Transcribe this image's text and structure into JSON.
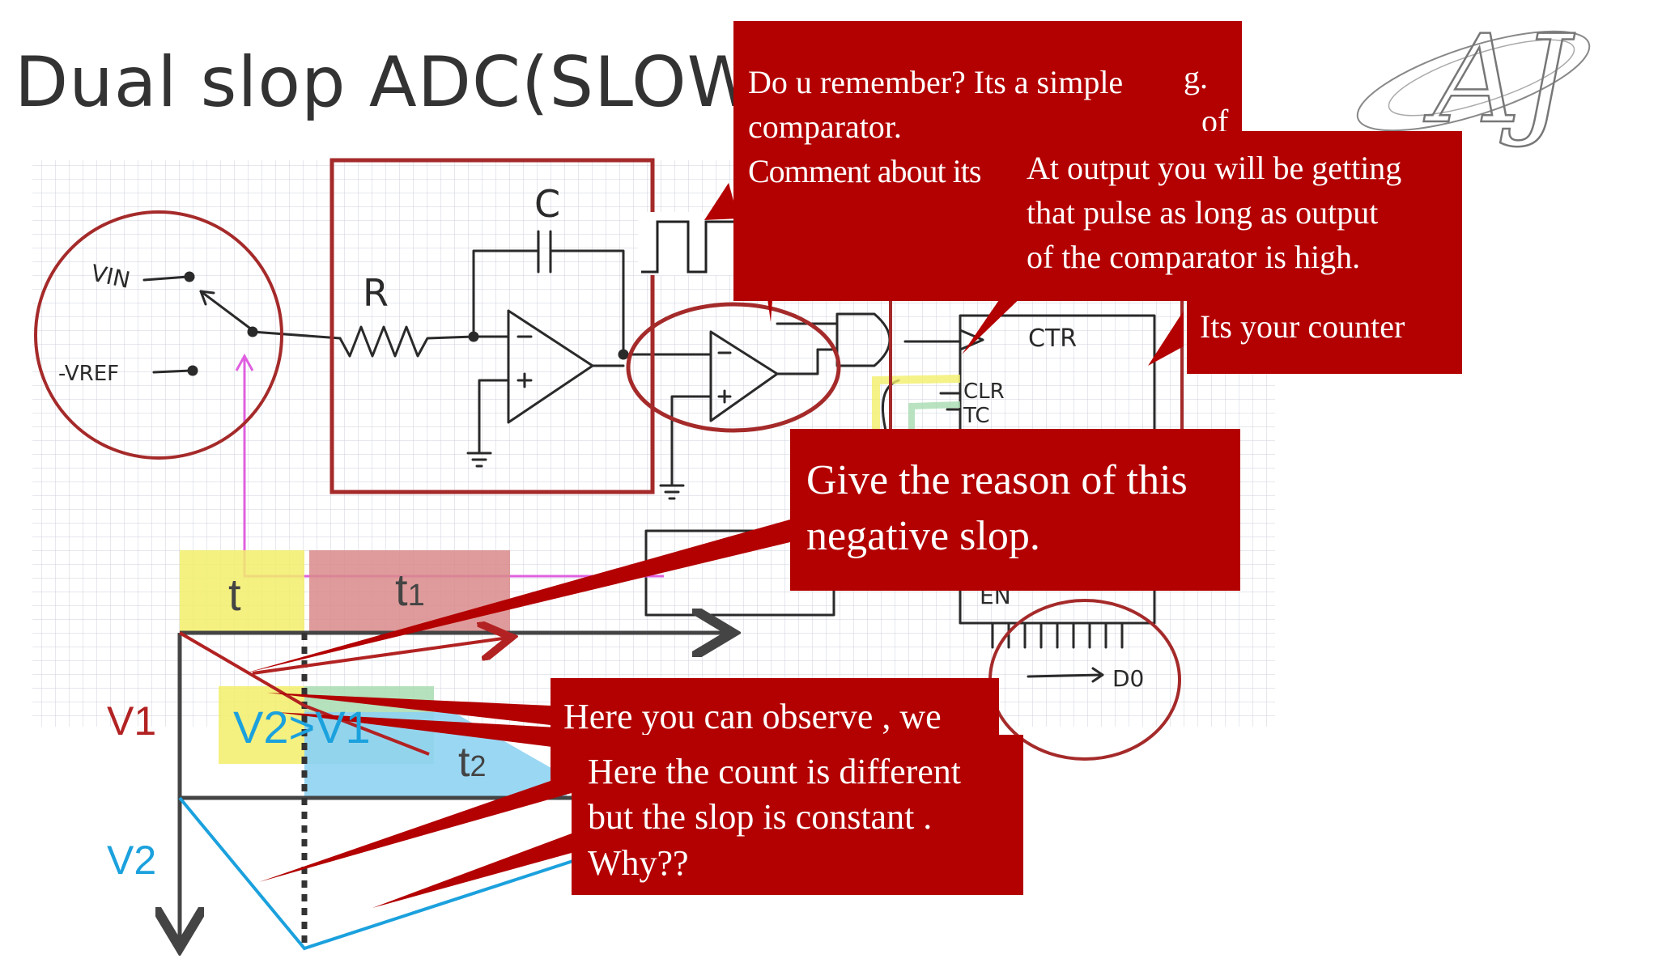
{
  "slide": {
    "title": "Dual slop ADC(SLOW)",
    "logo_text": "AJ"
  },
  "schematic": {
    "vin_label": "VIN",
    "vref_label": "-VREF",
    "r_label": "R",
    "c_label": "C",
    "ctr_label": "CTR",
    "clr_label": "CLR",
    "tc_label": "TC",
    "en_label": "EN",
    "d0_label": "D0"
  },
  "timing": {
    "t_label": "t",
    "t1_label": "t1",
    "t2_label": "t2",
    "v1_label": "V1",
    "v2_label": "V2",
    "v2_gt_v1_label": "V2>V1"
  },
  "callouts": {
    "comparator": {
      "lines": [
        "Do u remember? Its a simple",
        "comparator.",
        "Comment about its"
      ],
      "partial_1": "g.",
      "partial_2": "of"
    },
    "output": {
      "lines": [
        "At output  you  will  be getting",
        "that pulse  as  long  as  output",
        "of the comparator is high."
      ]
    },
    "counter": {
      "lines": [
        "Its your counter"
      ]
    },
    "slope": {
      "lines": [
        "Give the reason  of  this",
        "negative slop."
      ]
    },
    "observe": {
      "lines": [
        "Here  you can  observe ,  we"
      ]
    },
    "count": {
      "lines": [
        "Here the count    is   different",
        "but   the slop   is   constant .",
        "Why??"
      ]
    }
  },
  "colors": {
    "callout_red": "#b30000",
    "outline_red": "#a52a2a",
    "v1_red": "#b22222",
    "v2_blue": "#1ba1dd",
    "highlight_yellow": "#f2ef6a",
    "highlight_pink": "#d98a8a",
    "highlight_blue": "#8fd3f2",
    "highlight_green": "#a8dcb0",
    "pink_wire": "#e060e0"
  }
}
